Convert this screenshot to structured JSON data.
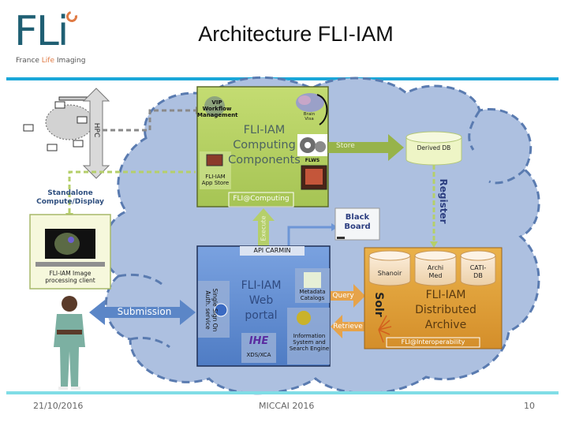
{
  "header": {
    "logo_letters": "FLi",
    "logo_sub_prefix": "France ",
    "logo_sub_life": "Life",
    "logo_sub_suffix": " Imaging",
    "title": "Architecture FLI-IAM"
  },
  "colors": {
    "accent_rule": "#1aa7d9",
    "footer_rule": "#80dde6",
    "cloud_fill": "#adc0e0",
    "cloud_stroke": "#5a7bb0",
    "computing_fill": "#b9d36a",
    "portal_fill": "#6d96d6",
    "archive_fill": "#e0a23a",
    "logo_teal": "#1f5f73",
    "logo_orange": "#e07b45"
  },
  "diagram": {
    "hpc_label": "HPC",
    "standalone_label_1": "Standalone",
    "standalone_label_2": "Compute/Display",
    "client_label_1": "FLI-IAM Image",
    "client_label_2": "processing client",
    "submission_label": "Submission",
    "computing": {
      "title_1": "FLI-IAM",
      "title_2": "Computing",
      "title_3": "Components",
      "vip_1": "VIP",
      "vip_2": "Workflow",
      "vip_3": "Management",
      "brainvisa_1": "Brain",
      "brainvisa_2": "Visa",
      "flows_label": "FLWS",
      "appstore_1": "FLI-IAM",
      "appstore_2": "App Store",
      "badge": "FLI@Computing"
    },
    "store_label": "Store",
    "derived_db_label": "Derived DB",
    "register_label": "Register",
    "execute_label": "Execute",
    "blackboard_1": "Black",
    "blackboard_2": "Board",
    "portal": {
      "api_label": "API CARMIN",
      "title_1": "FLI-IAM",
      "title_2": "Web",
      "title_3": "portal",
      "sso_1": "Single Sign On",
      "sso_2": "Auth. service",
      "metadata_1": "Metadata",
      "metadata_2": "Catalogs",
      "info_1": "Information",
      "info_2": "System and",
      "info_3": "Search Engine",
      "ihe_logo": "IHE",
      "xds_label": "XDS/XCA"
    },
    "query_label": "Query",
    "retrieve_label": "Retrieve",
    "archive": {
      "db_1": "Shanoir",
      "db_2_a": "Archi",
      "db_2_b": "Med",
      "db_3_a": "CATI-",
      "db_3_b": "DB",
      "solr_label": "Solr",
      "title_1": "FLI-IAM",
      "title_2": "Distributed",
      "title_3": "Archive",
      "badge": "FLI@Interoperability"
    }
  },
  "footer": {
    "date": "21/10/2016",
    "event": "MICCAI 2016",
    "page": "10"
  }
}
